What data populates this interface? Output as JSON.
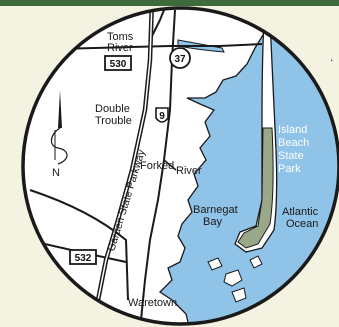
{
  "places": {
    "toms": "Toms",
    "river": "River",
    "double": "Double",
    "trouble": "Trouble",
    "forked": "Forked",
    "forked_river": "River",
    "barnegat": "Barnegat",
    "bay": "Bay",
    "island": "Island",
    "beach": "Beach",
    "state": "State",
    "park": "Park",
    "atlantic": "Atlantic",
    "ocean": "Ocean",
    "waretown": "Waretown"
  },
  "roads": {
    "gsp": "Garden State Parkway",
    "route37": "37",
    "route530": "530",
    "route9": "9",
    "route532": "532"
  },
  "compass": {
    "north": "N"
  },
  "edge_text": "."
}
